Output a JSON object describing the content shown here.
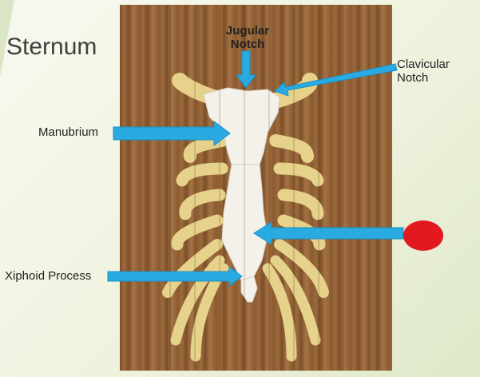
{
  "slide": {
    "title": "Sternum"
  },
  "labels": {
    "jugular_notch_line1": "Jugular",
    "jugular_notch_line2": "Notch",
    "clavicular_notch_line1": "Clavicular",
    "clavicular_notch_line2": "Notch",
    "manubrium": "Manubrium",
    "xiphoid_process": "Xiphoid Process"
  },
  "colors": {
    "arrow": "#29abe2",
    "marker": "#e2191e",
    "bone": "#f3f1ea",
    "rib": "#e8d58e"
  },
  "icons": {
    "marker": "red-dot-marker"
  }
}
